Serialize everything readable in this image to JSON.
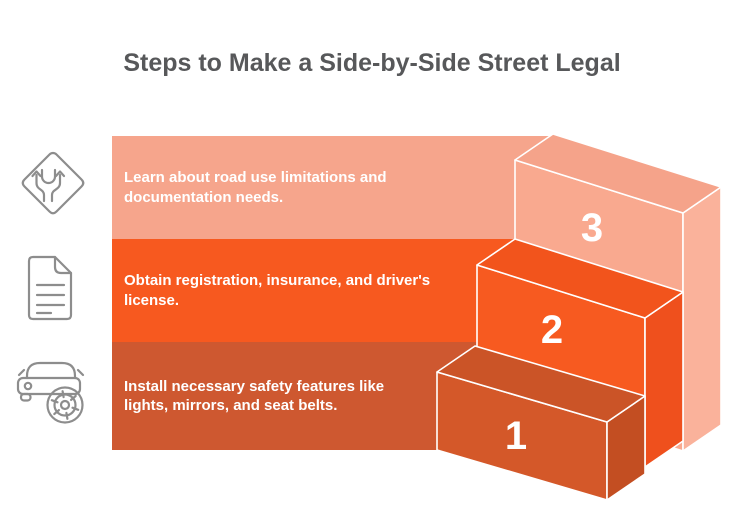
{
  "title": "Steps to Make a Side-by-Side Street Legal",
  "steps": [
    {
      "number": "1",
      "icon": "car-gear-icon",
      "lines": [
        "Install necessary safety features like",
        "lights, mirrors, and seat belts."
      ]
    },
    {
      "number": "2",
      "icon": "document-icon",
      "lines": [
        "Obtain registration, insurance, and driver's",
        "license."
      ]
    },
    {
      "number": "3",
      "icon": "road-split-sign-icon",
      "lines": [
        "Learn about road use limitations and",
        "documentation needs."
      ]
    }
  ],
  "colors": {
    "title_text": "#57585a",
    "step_text": "#ffffff",
    "step1_band": "#ce5830",
    "step2_band": "#f7591f",
    "step3_band": "#f6a58c",
    "step1_box": "#d45829",
    "step2_box": "#f75a20",
    "step3_box": "#f9a98f",
    "icon_stroke": "#8d8d8d",
    "edge_stroke": "#ffffff"
  }
}
